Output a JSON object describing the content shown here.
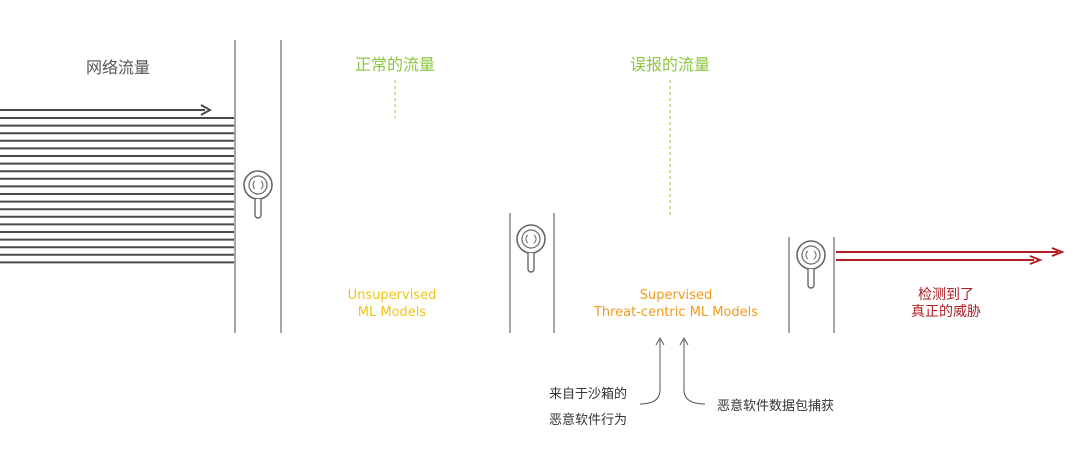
{
  "labels": {
    "network_traffic": "网络流量",
    "normal_traffic": "正常的流量",
    "false_positive_traffic": "误报的流量",
    "unsupervised_line1": "Unsupervised",
    "unsupervised_line2": "ML Models",
    "supervised_line1": "Supervised",
    "supervised_line2": "Threat-centric ML Models",
    "detected_line1": "检测到了",
    "detected_line2": "真正的威胁",
    "sandbox_line1": "来自于沙箱的",
    "sandbox_line2": "恶意软件行为",
    "packet_capture": "恶意软件数据包捕获"
  },
  "colors": {
    "gray_line": "#4a4a4a",
    "divider": "#6b6b6b",
    "green": "#8cc63f",
    "yellow": "#f2c318",
    "orange": "#f39a1e",
    "red": "#b01e23",
    "label_gray": "#555555",
    "annotation": "#333333"
  },
  "icons": {
    "filter_1": "magnifier-icon",
    "filter_2": "magnifier-icon",
    "filter_3": "magnifier-icon"
  }
}
